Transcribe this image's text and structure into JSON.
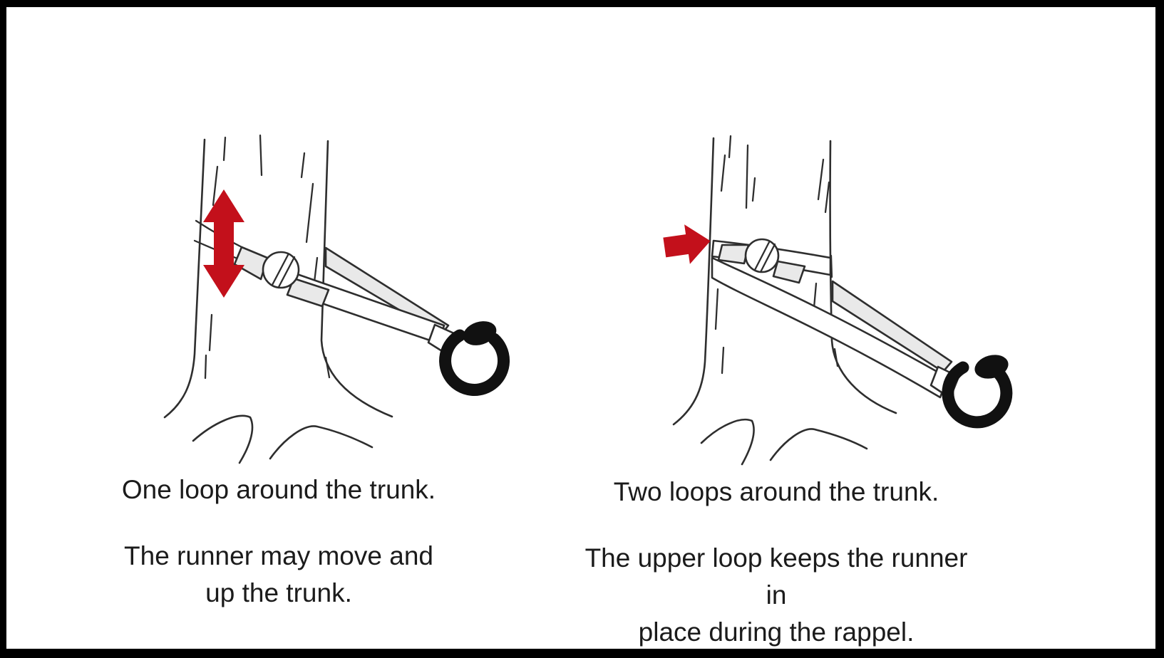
{
  "figures": [
    {
      "id": "one-loop",
      "title": "One loop around the trunk.",
      "description_lines": [
        "The runner may move and",
        "up the trunk."
      ],
      "arrow_icon": "up-down-arrow-icon",
      "elements": [
        "tree-trunk",
        "runner-sling",
        "knot-ball",
        "carabiner"
      ]
    },
    {
      "id": "two-loops",
      "title": "Two loops around the trunk.",
      "description_lines": [
        "The upper loop keeps the runner in",
        "place during the rappel."
      ],
      "arrow_icon": "right-arrow-icon",
      "elements": [
        "tree-trunk",
        "runner-sling",
        "knot-ball",
        "carabiner"
      ]
    }
  ],
  "colors": {
    "arrow_red": "#c3101b",
    "outline": "#2e2e2e",
    "webbing_fill": "#e9e9e9",
    "hardware_black": "#111111",
    "frame_black": "#000000",
    "background": "#ffffff",
    "text": "#1b1b1b"
  }
}
